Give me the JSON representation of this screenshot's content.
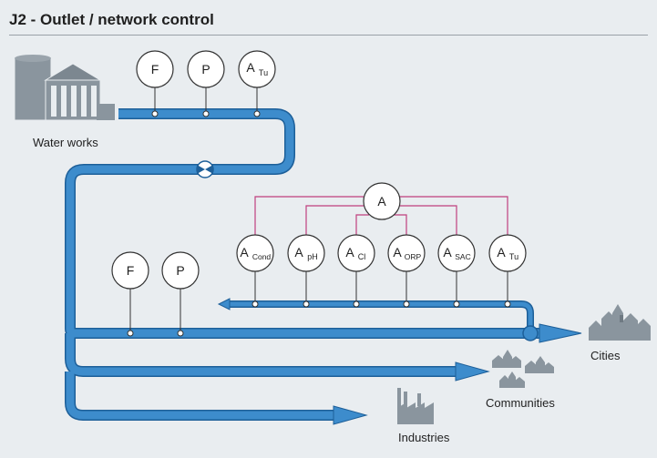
{
  "title": "J2 - Outlet / network control",
  "labels": {
    "water_works": "Water works",
    "cities": "Cities",
    "communities": "Communities",
    "industries": "Industries"
  },
  "instruments": {
    "top_f": {
      "main": "F",
      "sub": ""
    },
    "top_p": {
      "main": "P",
      "sub": ""
    },
    "top_atu": {
      "main": "A",
      "sub": "Tu"
    },
    "mid_f": {
      "main": "F",
      "sub": ""
    },
    "mid_p": {
      "main": "P",
      "sub": ""
    },
    "controller_a": {
      "main": "A",
      "sub": ""
    },
    "a_cond": {
      "main": "A",
      "sub": "Cond"
    },
    "a_ph": {
      "main": "A",
      "sub": "pH"
    },
    "a_cl": {
      "main": "A",
      "sub": "Cl"
    },
    "a_orp": {
      "main": "A",
      "sub": "ORP"
    },
    "a_sac": {
      "main": "A",
      "sub": "SAC"
    },
    "a_tu": {
      "main": "A",
      "sub": "Tu"
    }
  },
  "colors": {
    "pipe": "#3d8ccc",
    "pipe_outline": "#1d5f99",
    "signal": "#c0407e",
    "building": "#8a959e",
    "building_dark": "#6e7982",
    "background": "#e9edf0"
  },
  "icons": [
    "water-works-building-icon",
    "valve-icon",
    "cities-icon",
    "communities-icon",
    "industries-icon"
  ]
}
